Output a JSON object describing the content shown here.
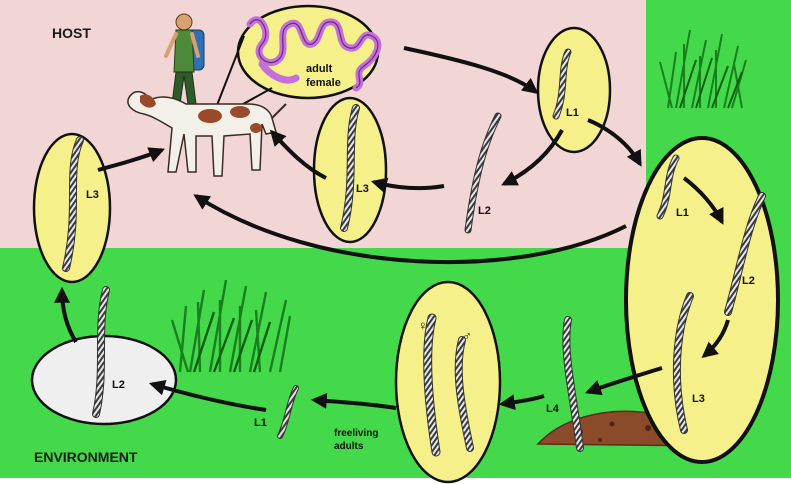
{
  "regions": {
    "host_label": "HOST",
    "environment_label": "ENVIRONMENT"
  },
  "stage_labels": {
    "l1_host_ellipse": "L1",
    "l2_host_free": "L2",
    "l3_host_ellipse": "L3",
    "l3_left_ellipse": "L3",
    "l1_big_ellipse": "L1",
    "l2_big_ellipse": "L2",
    "l3_big_ellipse": "L3",
    "l4_soil": "L4",
    "l1_environment": "L1",
    "l2_white_ellipse": "L2"
  },
  "adult_female": {
    "line1": "adult",
    "line2": "female"
  },
  "freeliving": {
    "line1": "freeliving",
    "line2": "adults",
    "female_symbol": "♀",
    "male_symbol": "♂"
  },
  "colors": {
    "host_bg": "#f2d6d6",
    "environment_bg": "#44d94a",
    "ellipse_yellow": "#f6f08a",
    "ellipse_white": "#efefef",
    "female_worm": "#d58ce6",
    "soil": "#8b4a2a",
    "grass_dark": "#1a7f1f",
    "grass_light": "#55c84c",
    "arrow": "#111111"
  },
  "icons": [
    "hiker-icon",
    "dog-icon",
    "grass-icon",
    "soil-mound-icon",
    "larva-worm-icon"
  ]
}
